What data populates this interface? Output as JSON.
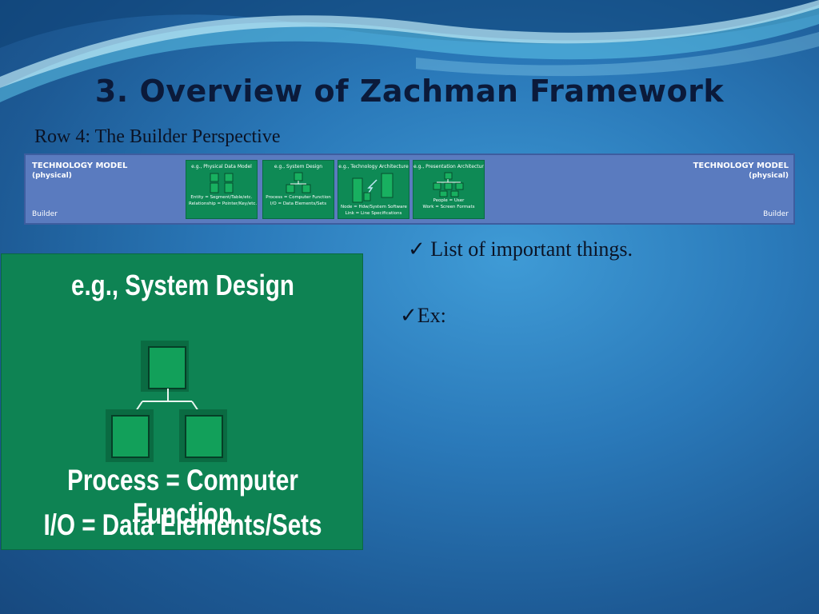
{
  "slide": {
    "title": "3. Overview of Zachman Framework",
    "subtitle": "Row 4: The Builder Perspective"
  },
  "strip": {
    "left_title": "TECHNOLOGY MODEL",
    "left_sub": "(physical)",
    "left_role": "Builder",
    "right_title": "TECHNOLOGY MODEL",
    "right_sub": "(physical)",
    "right_role": "Builder",
    "cells": [
      {
        "heading": "e.g., Physical Data Model",
        "line1": "Entity = Segment/Table/etc.",
        "line2": "Relationship = Pointer/Key/etc."
      },
      {
        "heading": "e.g., System Design",
        "line1": "Process = Computer Function",
        "line2": "I/O = Data Elements/Sets"
      },
      {
        "heading": "e.g., Technology Architecture",
        "line1": "Node = Hdw/System Software",
        "line2": "Link = Line Specifications"
      },
      {
        "heading": "e.g., Presentation Architecture",
        "line1": "People = User",
        "line2": "Work = Screen Formats"
      }
    ]
  },
  "zoom_panel": {
    "heading": "e.g., System Design",
    "line1": "Process = Computer Function",
    "line2": "I/O = Data Elements/Sets"
  },
  "bullets": [
    "✓ List of important things.",
    "✓Ex:"
  ],
  "colors": {
    "background": "#2a79b9",
    "panel_green": "#0e8353",
    "box_green": "#12a05a",
    "strip_blue": "#5a7bbf",
    "title_text": "#0b1a3a"
  }
}
